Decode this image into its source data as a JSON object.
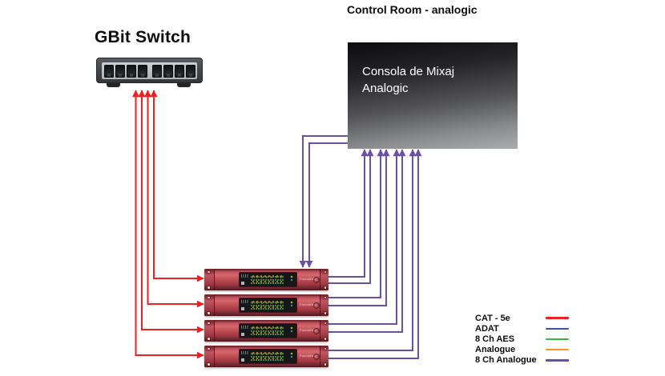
{
  "page": {
    "title": "Control Room - analogic"
  },
  "gbit_switch": {
    "label": "GBit Switch",
    "port_count": "8"
  },
  "console": {
    "line1": "Consola de Mixaj",
    "line2": "Analogic"
  },
  "devices": {
    "brand": "Focusrite",
    "count": "4"
  },
  "legend": {
    "items": [
      {
        "label": "CAT - 5e",
        "color": "#ed2024"
      },
      {
        "label": "ADAT",
        "color": "#3a53a4"
      },
      {
        "label": "8 Ch AES",
        "color": "#3bb54a"
      },
      {
        "label": "Analogue",
        "color": "#f7941e"
      },
      {
        "label": "8 Ch Analogue",
        "color": "#6b4fa1"
      }
    ]
  }
}
